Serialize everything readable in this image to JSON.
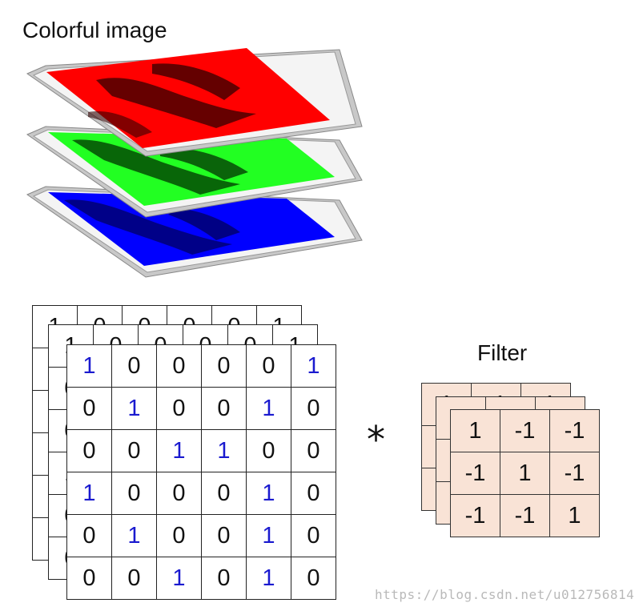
{
  "title": "Colorful image",
  "filter_title": "Filter",
  "operator": "*",
  "watermark": "https://blog.csdn.net/u012756814",
  "layer_colors": {
    "red": "#ff0000",
    "green": "#22ff22",
    "blue": "#0000ff"
  },
  "image_matrix": [
    [
      "1",
      "0",
      "0",
      "0",
      "0",
      "1"
    ],
    [
      "0",
      "1",
      "0",
      "0",
      "1",
      "0"
    ],
    [
      "0",
      "0",
      "1",
      "1",
      "0",
      "0"
    ],
    [
      "1",
      "0",
      "0",
      "0",
      "1",
      "0"
    ],
    [
      "0",
      "1",
      "0",
      "0",
      "1",
      "0"
    ],
    [
      "0",
      "0",
      "1",
      "0",
      "1",
      "0"
    ]
  ],
  "filter_matrix": [
    [
      "1",
      "-1",
      "-1"
    ],
    [
      "-1",
      "1",
      "-1"
    ],
    [
      "-1",
      "-1",
      "1"
    ]
  ],
  "filter_color": "#f9e3d6",
  "one_color": "#1a1acf"
}
